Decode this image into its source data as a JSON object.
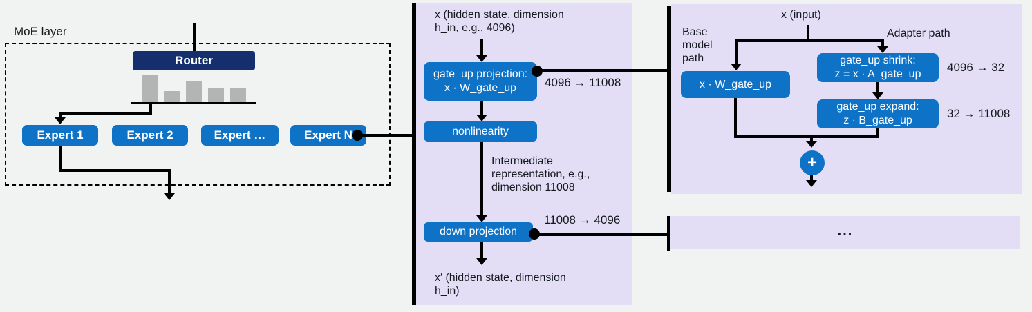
{
  "colors": {
    "background": "#f1f2f2",
    "panel_lavender": "#e3def6",
    "box_blue": "#0e73c7",
    "router_navy": "#152f6e",
    "bar_gray": "#b3b4b4",
    "line_black": "#000000"
  },
  "moe": {
    "label": "MoE layer",
    "router": "Router",
    "router_bars": [
      40,
      16,
      30,
      21,
      20
    ],
    "experts": [
      "Expert 1",
      "Expert 2",
      "Expert …",
      "Expert N"
    ]
  },
  "expert_ffn": {
    "input": "x  (hidden state, dimension\nh_in, e.g., 4096)",
    "gate_up_projection": "gate_up projection:\nx · W_gate_up",
    "gate_up_dims": "4096 → 11008",
    "nonlinearity": "nonlinearity",
    "intermediate": "Intermediate\nrepresentation, e.g.,\ndimension 11008",
    "down_projection": "down projection",
    "down_dims": "11008 → 4096",
    "output": "x′  (hidden state, dimension\nh_in)"
  },
  "lora": {
    "input": "x  (input)",
    "base_path": "Base\nmodel\npath",
    "adapter_path": "Adapter path",
    "base_matmul": "x · W_gate_up",
    "shrink": "gate_up shrink:\nz = x · A_gate_up",
    "shrink_dims": "4096 → 32",
    "expand": "gate_up expand:\nz · B_gate_up",
    "expand_dims": "32 → 11008",
    "plus": "+"
  },
  "more": {
    "ellipsis": "..."
  }
}
